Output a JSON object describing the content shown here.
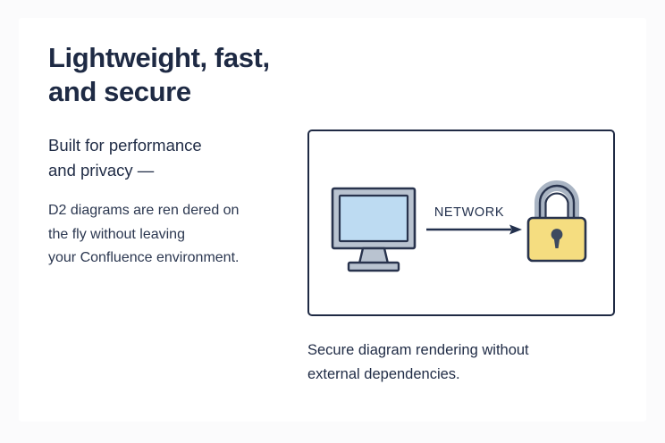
{
  "slide": {
    "headline": "Lightweight, fast,\nand secure",
    "subheading": "Built for performance\nand privacy —",
    "body": "D2 diagrams are ren dered on\nthe fly without leaving\nyour Confluence environment.",
    "caption": "Secure diagram rendering without\nexternal dependencies."
  },
  "diagram": {
    "edge_label": "NETWORK",
    "nodes": [
      {
        "id": "monitor",
        "icon": "monitor-icon"
      },
      {
        "id": "lock",
        "icon": "padlock-icon"
      }
    ]
  },
  "colors": {
    "page_background": "#fbfbfc",
    "card_background": "#ffffff",
    "headline": "#1e2a44",
    "body_text": "#2b3750",
    "frame_border": "#1f2a44",
    "monitor_bezel": "#b9c3d0",
    "monitor_screen": "#bddbf2",
    "monitor_outline": "#28334d",
    "lock_body": "#f5dd80",
    "lock_shackle": "#a9b4c3",
    "lock_outline": "#28334d",
    "arrow": "#22304d"
  }
}
